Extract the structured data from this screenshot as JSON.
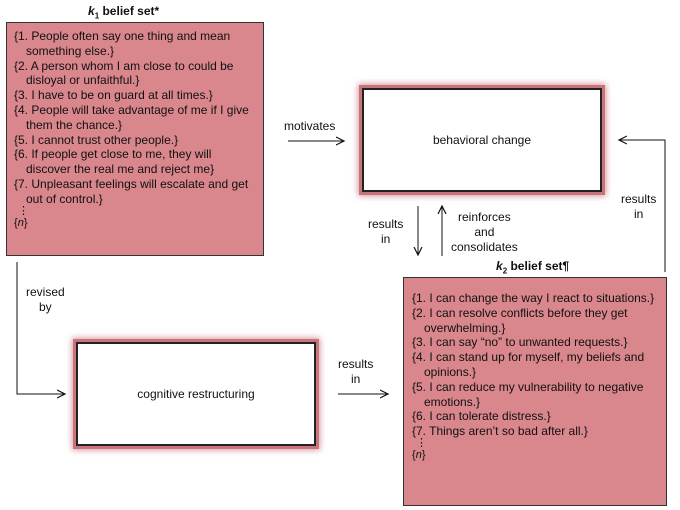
{
  "k1": {
    "title_var": "k",
    "title_sub": "1",
    "title_text": " belief set",
    "title_mark": "*",
    "items": [
      "{1. People often say one thing and mean something else.}",
      "{2. A person whom I am close to could be disloyal or unfaithful.}",
      "{3. I have to be on guard at all times.}",
      "{4. People will take advantage of me if I give them the chance.}",
      "{5. I cannot trust other people.}",
      "{6. If people get close to me, they will discover the real me and reject me}",
      "{7. Unpleasant feelings will escalate and get out of control.}"
    ],
    "dots": "⋮",
    "last_open": "{",
    "last_var": "n",
    "last_close": "}"
  },
  "k2": {
    "title_var": "k",
    "title_sub": "2",
    "title_text": " belief set",
    "title_mark": "¶",
    "items": [
      "{1. I can change the way I react to situations.}",
      "{2. I can resolve conflicts before they get overwhelming.}",
      "{3. I can say “no” to unwanted requests.}",
      "{4. I can stand up for myself, my beliefs and opinions.}",
      "{5. I can reduce my vulnerability to negative emotions.}",
      "{6. I can tolerate distress.}",
      "{7. Things aren’t so bad after all.}"
    ],
    "dots": "⋮",
    "last_open": "{",
    "last_var": "n",
    "last_close": "}"
  },
  "boxes": {
    "behavioral": "behavioral change",
    "cognitive": "cognitive restructuring"
  },
  "labels": {
    "motivates": "motivates",
    "results_in_mid": "results\nin",
    "reinforces": "reinforces\nand\nconsolidates",
    "results_in_right": "results\nin",
    "revised_by": "revised\nby",
    "results_in_bottom": "results\nin"
  }
}
